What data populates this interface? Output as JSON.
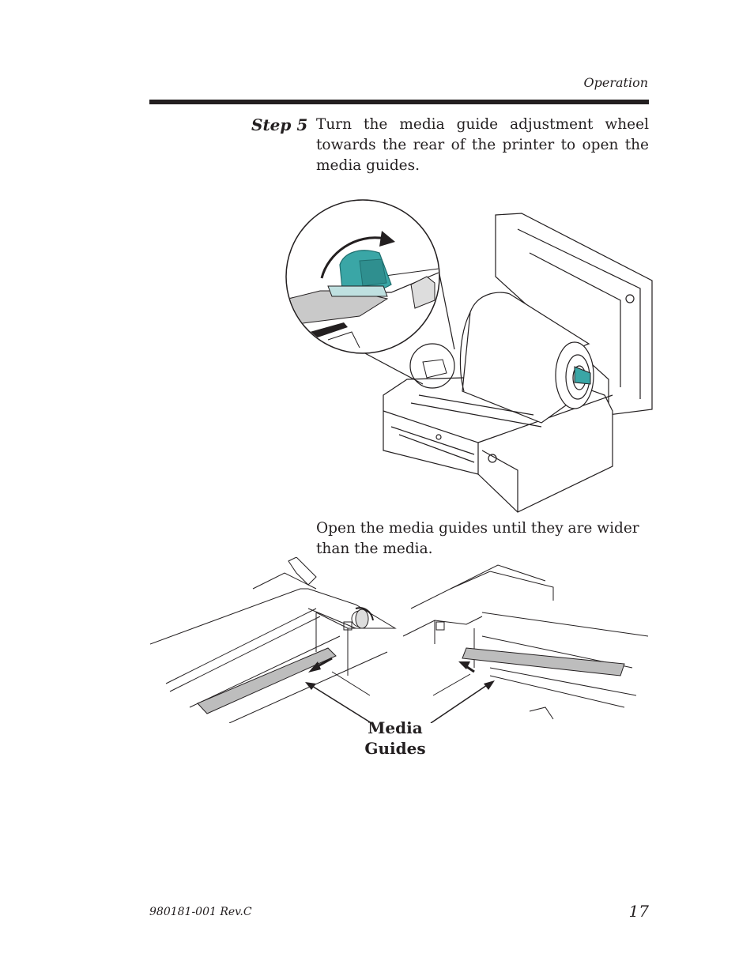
{
  "header": {
    "section": "Operation"
  },
  "step": {
    "label": "Step 5",
    "text": "Turn the media guide adjustment wheel towards the rear of the printer to open the media guides."
  },
  "note": {
    "text": "Open the media guides until they are wider than the media."
  },
  "callout": {
    "line1": "Media",
    "line2": "Guides"
  },
  "footer": {
    "doc_number": "980181-001 Rev.C",
    "page_number": "17"
  },
  "colors": {
    "text": "#231f20",
    "teal": "#3aa6a6",
    "gray": "#bdbdbd"
  }
}
